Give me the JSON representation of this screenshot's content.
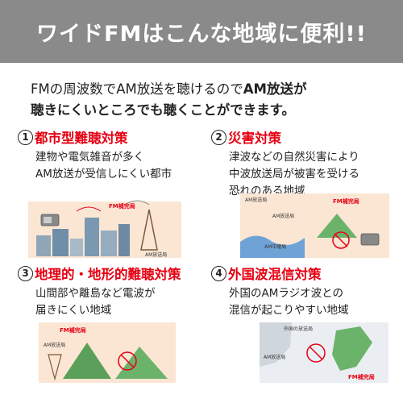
{
  "banner": {
    "title": "ワイドFMはこんな地域に便利!!"
  },
  "intro": {
    "line1_normal": "FMの周波数でAM放送を聴けるので",
    "line1_bold": "AM放送が",
    "line2_bold": "聴きにくいところでも聴くことができます。"
  },
  "sections": [
    {
      "number": "①",
      "title": "都市型難聴対策",
      "desc_line1": "建物や電気雑音が多く",
      "desc_line2": "AM放送が受信しにくい都市",
      "labels": {
        "fm": "FM補完局",
        "am": "AM放送局"
      }
    },
    {
      "number": "②",
      "title": "災害対策",
      "desc_line1": "津波などの自然災害により",
      "desc_line2": "中波放送局が被害を受ける",
      "desc_line3": "恐れのある地域",
      "labels": {
        "fm": "FM補完局",
        "am1": "AM放送局",
        "am2": "AM放送局",
        "am3": "AM中継局"
      }
    },
    {
      "number": "③",
      "title": "地理的・地形的難聴対策",
      "desc_line1": "山間部や離島など電波が",
      "desc_line2": "届きにくい地域",
      "labels": {
        "fm": "FM補完局",
        "am": "AM放送局"
      }
    },
    {
      "number": "④",
      "title": "外国波混信対策",
      "desc_line1": "外国のAMラジオ波との",
      "desc_line2": "混信が起こりやすい地域",
      "labels": {
        "foreign": "外国の放送局",
        "am": "AM放送局",
        "fm": "FM補完局"
      }
    }
  ],
  "colors": {
    "accent": "#e60012",
    "banner": "#8a8a8a",
    "illustration_bg": "#fbe6d4"
  }
}
